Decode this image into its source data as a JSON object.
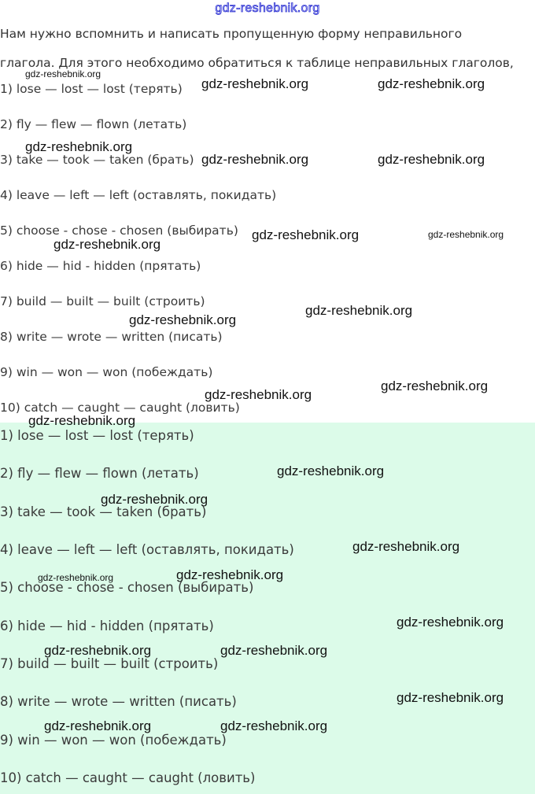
{
  "site_watermark": "gdz-reshebnik.org",
  "intro": [
    "Нам нужно вспомнить и написать пропущенную форму неправильного",
    "глагола. Для этого необходимо обратиться к таблице неправильных глаголов,"
  ],
  "answers": [
    "1) lose — lost — lost (терять)",
    "2) fly — flew — flown (летать)",
    "3) take — took — taken (брать)",
    "4) leave — left — left (оставлять, покидать)",
    "5) choose - chose - chosen (выбирать)",
    "6) hide — hid - hidden (прятать)",
    "7) build — built — built (строить)",
    "8) write — wrote — written (писать)",
    "9) win — won — won (побеждать)",
    "10) catch — caught — caught (ловить)"
  ]
}
